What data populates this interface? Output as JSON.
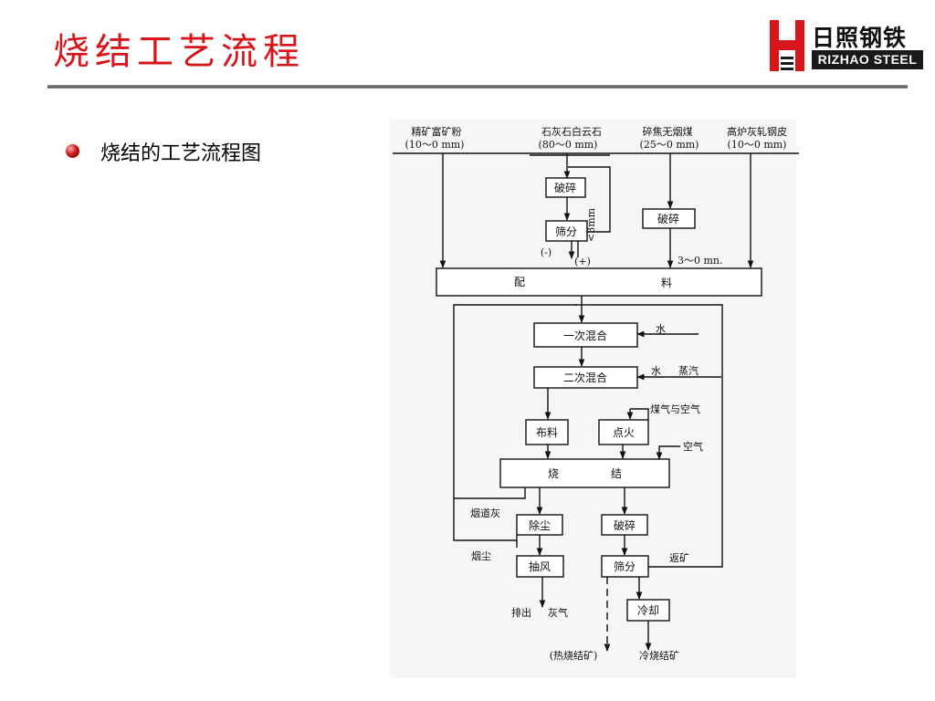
{
  "slide": {
    "title": "烧结工艺流程",
    "bullet": "烧结的工艺流程图"
  },
  "logo": {
    "cn_name": "日照钢铁",
    "en_name": "RIZHAO STEEL",
    "colors": {
      "mark_red": "#d8151b",
      "en_background": "#1a1a1a"
    }
  },
  "colors": {
    "title": "#d8151b",
    "rule": "#777777",
    "bullet": "#c81818"
  },
  "diagram": {
    "inputs": [
      {
        "name": "精矿富矿粉",
        "size": "(10～0 mm)"
      },
      {
        "name": "石灰石白云石",
        "size": "(80～0 mm)"
      },
      {
        "name": "碎焦无烟煤",
        "size": "(25～0 mm)"
      },
      {
        "name": "高炉灰轧钢皮",
        "size": "(10～0 mm)"
      }
    ],
    "nodes": {
      "limestone_crush": "破碎",
      "limestone_screen": "筛分",
      "coke_crush": "破碎",
      "batching_left": "配",
      "batching_right": "料",
      "mix1": "一次混合",
      "mix2": "二次混合",
      "feed": "布料",
      "ignite": "点火",
      "sinter_left": "烧",
      "sinter_right": "结",
      "dedust": "除尘",
      "fan": "抽风",
      "crush": "破碎",
      "screen": "筛分",
      "cool": "冷却"
    },
    "labels": {
      "lt3mm": "<3mm",
      "minus": "(-)",
      "plus": "(+)",
      "coke_size": "3～0 mn.",
      "water1": "水",
      "water2": "水",
      "steam": "蒸汽",
      "gas_air": "煤气与空气",
      "air": "空气",
      "flue_ash": "烟道灰",
      "dust": "烟尘",
      "return_fines": "返矿",
      "exhaust": "排出",
      "waste_gas": "灰气",
      "hot_sinter": "(热烧结矿)",
      "cold_sinter": "冷烧结矿"
    }
  }
}
